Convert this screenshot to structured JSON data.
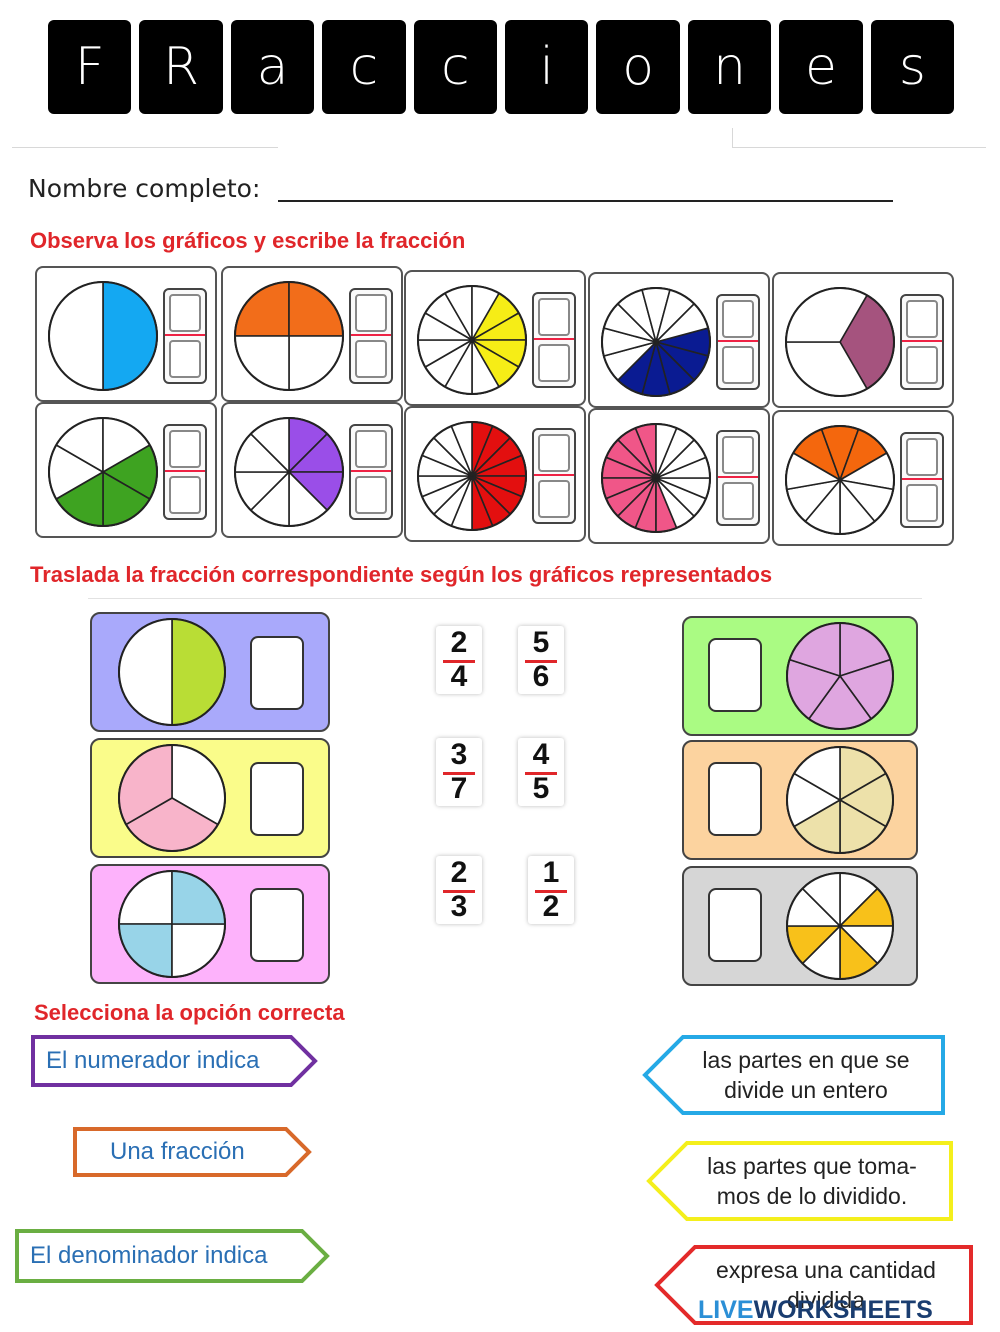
{
  "title_letters": [
    "F",
    "R",
    "a",
    "c",
    "c",
    "i",
    "o",
    "n",
    "e",
    "s"
  ],
  "name_label": "Nombre completo:",
  "section1": {
    "heading": "Observa los gráficos y escribe la fracción"
  },
  "section2": {
    "heading": "Traslada la fracción correspondiente según los gráficos representados",
    "fractions": [
      {
        "num": "2",
        "den": "4"
      },
      {
        "num": "5",
        "den": "6"
      },
      {
        "num": "3",
        "den": "7"
      },
      {
        "num": "4",
        "den": "5"
      },
      {
        "num": "2",
        "den": "3"
      },
      {
        "num": "1",
        "den": "2"
      }
    ],
    "colors": {
      "lavender": "#a9a9fb",
      "yellow": "#fafc8a",
      "pink": "#fdb2fb",
      "green": "#aafb83",
      "peach": "#fcd39f",
      "gray": "#d6d6d6"
    }
  },
  "section3": {
    "heading": "Selecciona la opción correcta",
    "left_items": [
      "El numerador indica",
      "Una fracción",
      "El denominador indica"
    ],
    "right_items": [
      {
        "line1": "las partes en que se",
        "line2": "divide un entero"
      },
      {
        "line1": "las partes que toma-",
        "line2": "mos de lo dividido."
      },
      {
        "line1": "expresa una cantidad",
        "line2": "dividida"
      }
    ]
  },
  "watermark": {
    "prefix": "LIVE",
    "suffix": "WORKSHEETS"
  }
}
